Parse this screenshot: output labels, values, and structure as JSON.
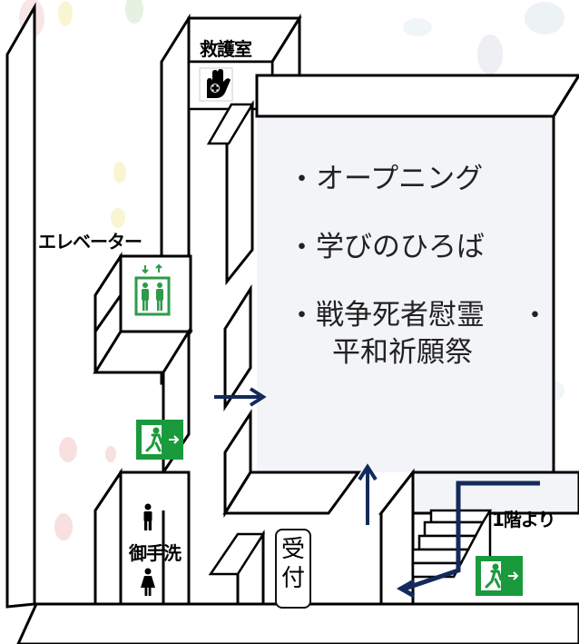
{
  "labels": {
    "first_aid_room": "救護室",
    "elevator": "エレベーター",
    "restroom": "御手洗",
    "from_first_floor": "1階より",
    "reception_char1": "受",
    "reception_char2": "付"
  },
  "hall": {
    "bullet": "・",
    "items": [
      {
        "text": "オープニング"
      },
      {
        "text": "学びのひろば"
      },
      {
        "line1": "戦争死者慰霊",
        "line2": "平和祈願祭"
      }
    ]
  },
  "icons": {
    "first_aid": "first-aid-hand-icon",
    "elevator": "elevator-icon",
    "emergency_exit": "emergency-exit-icon",
    "male": "male-person-icon",
    "female": "female-person-icon",
    "arrow": "arrow-icon"
  },
  "colors": {
    "arrow_navy": "#142a5c",
    "exit_green": "#1a9a3c",
    "elevator_green": "#2e9a4a",
    "floor_fill": "#f2f4f7"
  }
}
